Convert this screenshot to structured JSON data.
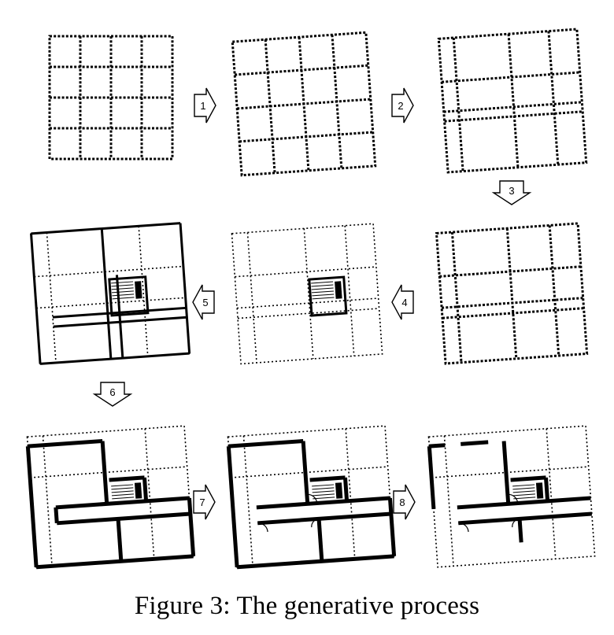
{
  "caption": "Figure 3: The generative process",
  "steps": [
    "1",
    "2",
    "3",
    "4",
    "5",
    "6",
    "7",
    "8"
  ],
  "colors": {
    "ink": "#000000",
    "paper": "#ffffff"
  }
}
